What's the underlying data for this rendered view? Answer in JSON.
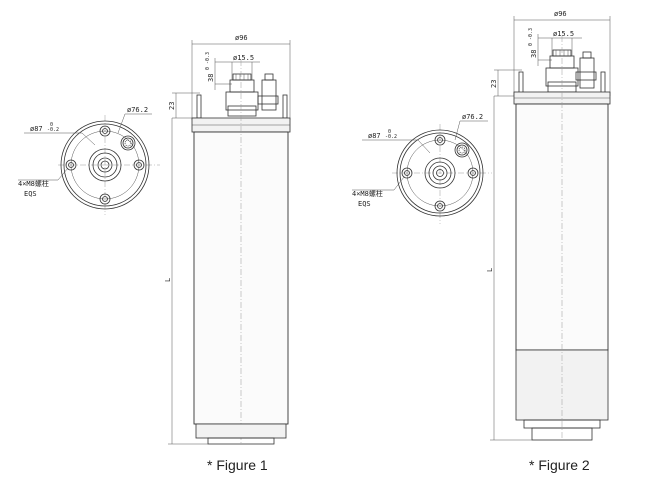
{
  "figures": [
    {
      "caption": "* Figure 1",
      "dims": {
        "outer_dia": "ø96",
        "shaft_dia": "ø15.5",
        "shaft_len": "38",
        "shaft_tol": "0\n-0.3",
        "flange_h": "23",
        "length": "L",
        "bolt_circle": "ø87",
        "bolt_tol": "0\n-0.2",
        "pcd": "ø76.2",
        "bolts": "4×M8螺柱",
        "bolts2": "EQS"
      }
    },
    {
      "caption": "* Figure 2",
      "dims": {
        "outer_dia": "ø96",
        "shaft_dia": "ø15.5",
        "shaft_len": "38",
        "shaft_tol": "0\n-0.3",
        "flange_h": "23",
        "length": "L",
        "bolt_circle": "ø87",
        "bolt_tol": "0\n-0.2",
        "pcd": "ø76.2",
        "bolts": "4×M8螺柱",
        "bolts2": "EQS"
      }
    }
  ]
}
